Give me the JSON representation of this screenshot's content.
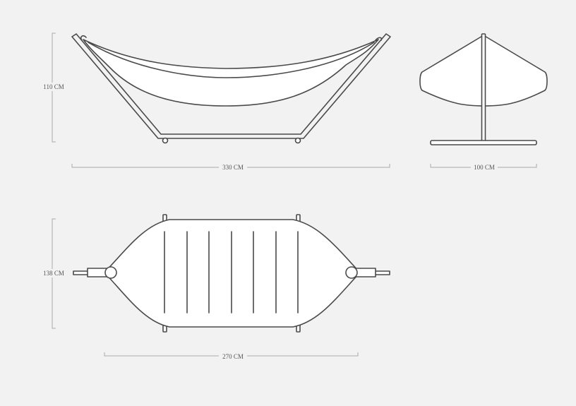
{
  "dimensions": {
    "side_height": "110 CM",
    "side_length": "330 CM",
    "end_width": "100 CM",
    "top_width": "138 CM",
    "top_length": "270 CM"
  },
  "colors": {
    "background": "#f2f2f2",
    "line": "#4a4a4a",
    "fabric": "#ffffff",
    "dimension_line": "#aaaaaa"
  }
}
